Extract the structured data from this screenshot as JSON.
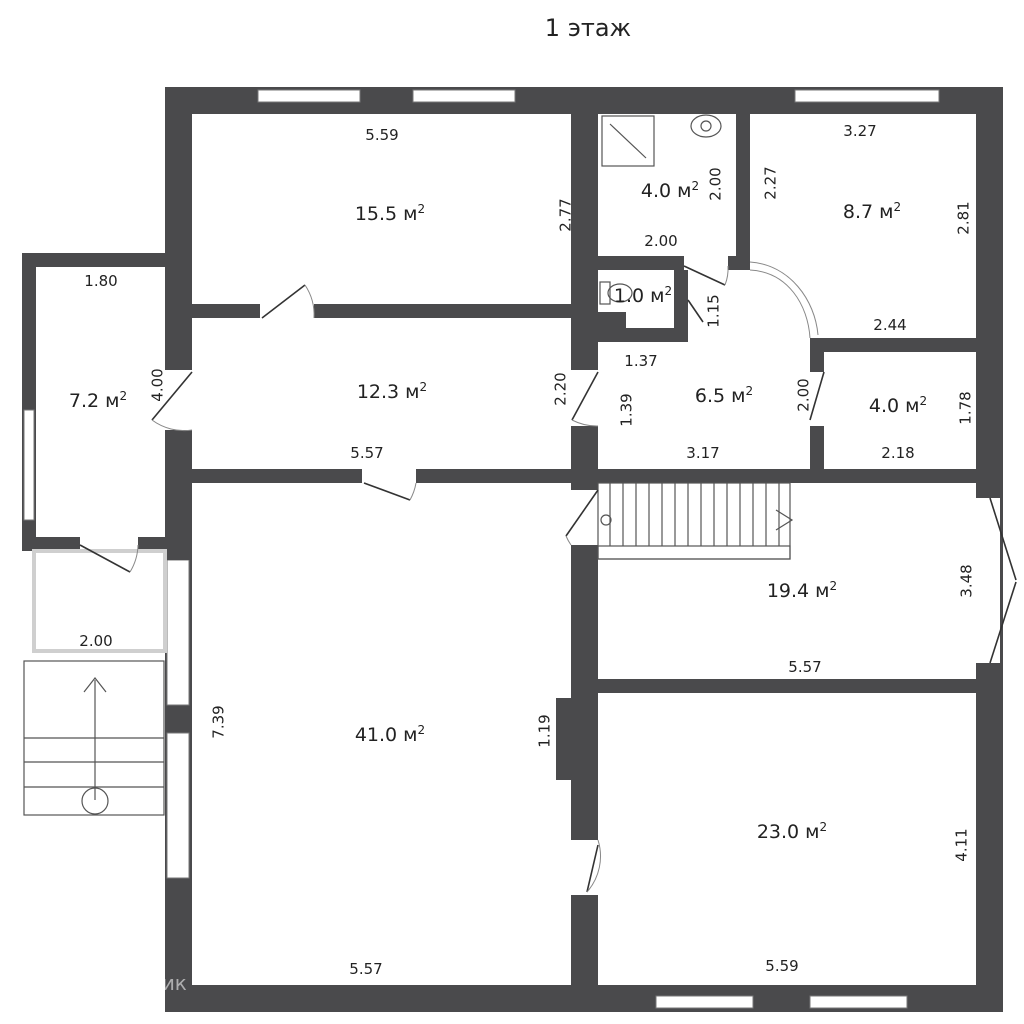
{
  "floor_title": "1 этаж",
  "area_unit": "м",
  "area_exp": "2",
  "watermark": "Домклик",
  "rooms": [
    {
      "id": "room-15-5",
      "area": "15.5"
    },
    {
      "id": "room-4-0-bath",
      "area": "4.0"
    },
    {
      "id": "room-8-7",
      "area": "8.7"
    },
    {
      "id": "room-7-2",
      "area": "7.2"
    },
    {
      "id": "room-1-0",
      "area": "1.0"
    },
    {
      "id": "room-12-3",
      "area": "12.3"
    },
    {
      "id": "room-6-5",
      "area": "6.5"
    },
    {
      "id": "room-4-0-small",
      "area": "4.0"
    },
    {
      "id": "room-19-4",
      "area": "19.4"
    },
    {
      "id": "room-41-0",
      "area": "41.0"
    },
    {
      "id": "room-23-0",
      "area": "23.0"
    }
  ],
  "dimensions": [
    "5.59",
    "2.77",
    "2.00",
    "2.00",
    "2.27",
    "3.27",
    "2.81",
    "1.80",
    "4.00",
    "1.15",
    "2.44",
    "1.37",
    "2.20",
    "1.39",
    "2.00",
    "1.78",
    "5.57",
    "3.17",
    "2.18",
    "3.48",
    "5.57",
    "2.00",
    "7.39",
    "1.19",
    "4.11",
    "5.57",
    "5.59"
  ]
}
